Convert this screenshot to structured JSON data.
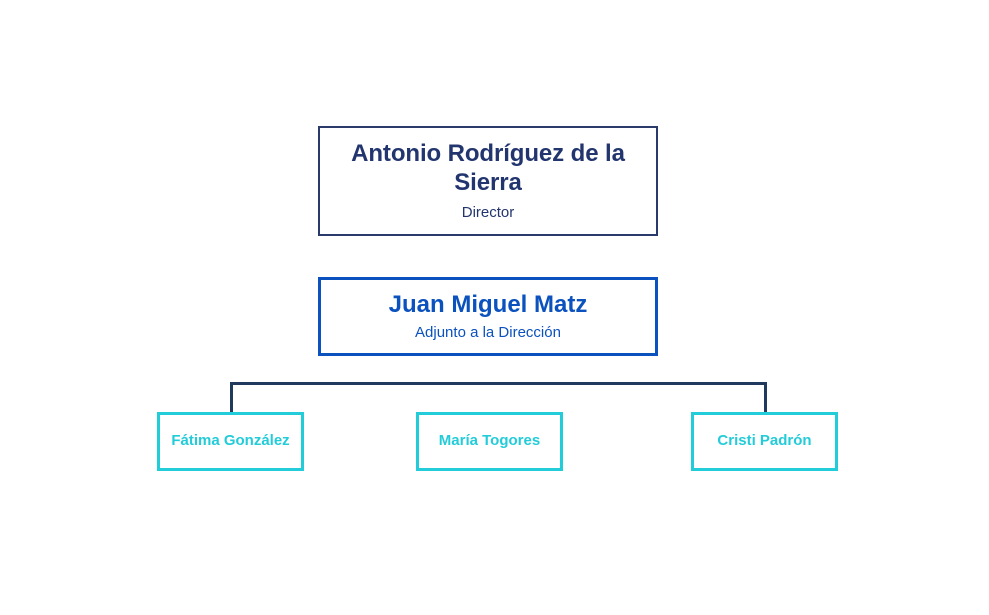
{
  "chart": {
    "type": "org-chart",
    "background_color": "#ffffff",
    "levels": [
      {
        "level": 1,
        "accent_color": "#22356e",
        "nodes": [
          {
            "name": "Antonio Rodríguez de la Sierra",
            "title": "Director"
          }
        ]
      },
      {
        "level": 2,
        "accent_color": "#0b52be",
        "nodes": [
          {
            "name": "Juan Miguel Matz",
            "title": "Adjunto a la Dirección"
          }
        ]
      },
      {
        "level": 3,
        "accent_color": "#22ccd8",
        "nodes": [
          {
            "name": "Fátima González",
            "title": ""
          },
          {
            "name": "María Togores",
            "title": ""
          },
          {
            "name": "Cristi Padrón",
            "title": ""
          }
        ]
      }
    ],
    "connector_color": "#22395e"
  }
}
